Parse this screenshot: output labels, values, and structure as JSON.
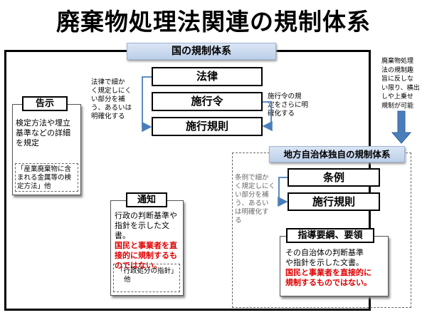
{
  "title": "廃棄物処理法関連の規制体系",
  "national": {
    "header": "国の規制体系",
    "law": "法律",
    "order": "施行令",
    "rules": "施行規則",
    "note_left": [
      "法律で細か",
      "く規定しにく",
      "い部分を補",
      "う、あるいは",
      "明確化する"
    ],
    "note_right": [
      "施行令の規",
      "定をさらに明",
      "確化する"
    ]
  },
  "kokuji": {
    "label": "告示",
    "text": [
      "検定方法や埋立",
      "基準などの詳細",
      "を規定"
    ],
    "example": [
      "「産業廃棄物に含",
      "まれる金属等の検",
      "定方法」他"
    ]
  },
  "tsuchi": {
    "label": "通知",
    "text": [
      "行政の判断基準や",
      "指針を示した文書。"
    ],
    "red": [
      "国民と事業者を直",
      "接的に規制するも",
      "のではない。"
    ],
    "example": [
      "「行政処分の指針」",
      "他"
    ]
  },
  "local": {
    "header": "地方自治体独自の規制体系",
    "ordinance": "条例",
    "rules": "施行規則",
    "note": [
      "条例で細か",
      "く規定しにく",
      "い部分を補",
      "う、あるい",
      "は明確化す",
      "る"
    ]
  },
  "youkou": {
    "label": "指導要綱、要領",
    "text": [
      "その自治体の判断基準",
      "や指針を示した文書。"
    ],
    "red": [
      "国民と事業者を直接的に",
      "規制するものではない。"
    ]
  },
  "side_note": [
    "廃棄物処理",
    "法の規制趣",
    "旨に反しな",
    "い限り、横出",
    "しや上乗せ",
    "規制が可能"
  ],
  "colors": {
    "arrow_blue": "#4a7ebb",
    "red_text": "#e00000",
    "header_blue": "#c6d7ee"
  }
}
